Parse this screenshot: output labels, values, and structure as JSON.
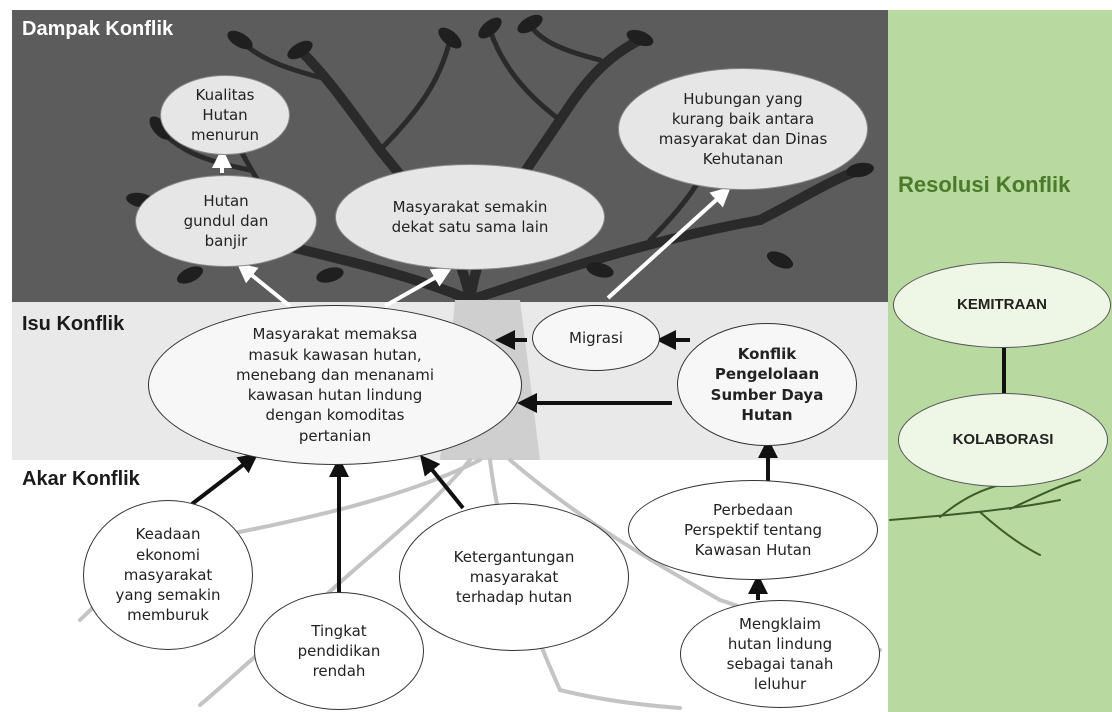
{
  "sections": {
    "dampak": "Dampak Konflik",
    "isu": "Isu Konflik",
    "akar": "Akar Konflik",
    "resolusi": "Resolusi Konflik"
  },
  "nodes": {
    "kualitas": "Kualitas Hutan menurun",
    "gundul": "Hutan gundul dan banjir",
    "dekat": "Masyarakat semakin dekat satu sama lain",
    "hubungan": "Hubungan yang kurang baik antara masyarakat dan Dinas Kehutanan",
    "memaksa": "Masyarakat memaksa masuk kawasan hutan, menebang dan menanami kawasan hutan lindung dengan komoditas pertanian",
    "migrasi": "Migrasi",
    "konflik": "Konflik Pengelolaan Sumber Daya Hutan",
    "ekonomi": "Keadaan ekonomi masyarakat yang semakin memburuk",
    "pendidikan": "Tingkat pendidikan rendah",
    "ketergantungan": "Ketergantungan masyarakat terhadap hutan",
    "perbedaan": "Perbedaan Perspektif tentang Kawasan Hutan",
    "mengklaim": "Mengklaim hutan lindung sebagai tanah leluhur",
    "kemitraan": "KEMITRAAN",
    "kolaborasi": "KOLABORASI"
  },
  "colors": {
    "dampak_band": "#5c5c5c",
    "isu_band": "#e9e9e9",
    "akar_band": "#ffffff",
    "resolusi_band": "#b8d9a0",
    "resolusi_title": "#4a7a2a"
  }
}
